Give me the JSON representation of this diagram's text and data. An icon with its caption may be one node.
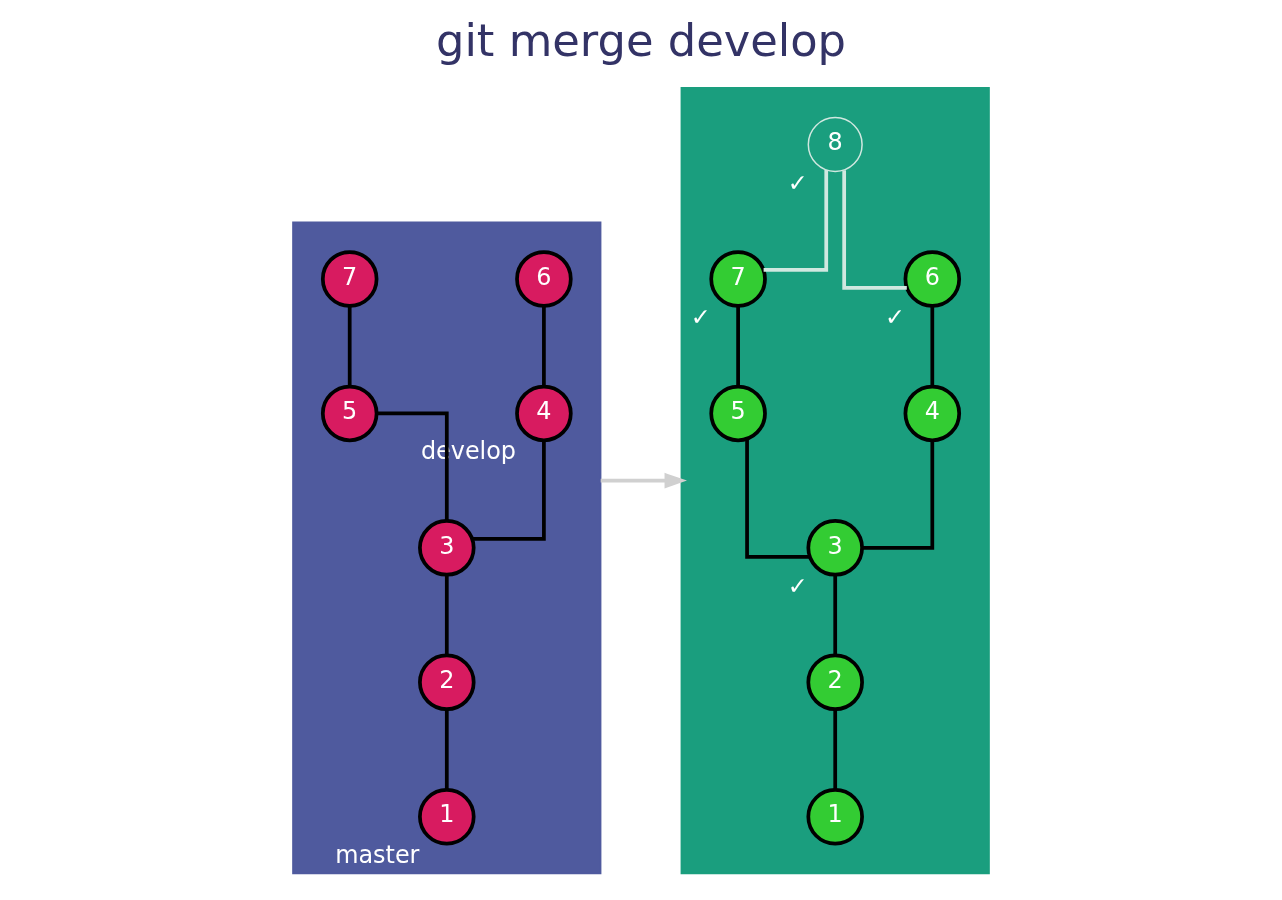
{
  "diagram": {
    "nodes": [
      {
        "text": [],
        "shape": "box"
      },
      {
        "text": [
          "7"
        ],
        "in": 0
      },
      {
        "text": [
          "6"
        ],
        "in": 0
      },
      {
        "text": [
          "5"
        ],
        "in": 0
      },
      {
        "text": [
          "4"
        ],
        "in": 0,
        "beside": [
          "develop"
        ]
      },
      {
        "text": [
          "3"
        ],
        "in": 0
      },
      {
        "text": [
          "2"
        ],
        "in": 0
      },
      {
        "text": [
          "1"
        ],
        "in": 0,
        "beside": [
          "master"
        ]
      },
      {
        "text": [],
        "shape": "box"
      },
      {
        "text": [
          "8"
        ],
        "in": 8,
        "beside": [
          "✓"
        ]
      },
      {
        "text": [
          "7"
        ],
        "in": 8,
        "beside": [
          "✓"
        ]
      },
      {
        "text": [
          "6"
        ],
        "in": 8,
        "beside": [
          "✓"
        ]
      },
      {
        "text": [
          "5"
        ],
        "in": 8
      },
      {
        "text": [
          "4"
        ],
        "in": 8
      },
      {
        "text": [
          "3"
        ],
        "in": 8,
        "beside": [
          "✓"
        ]
      },
      {
        "text": [
          "2"
        ],
        "in": 8
      },
      {
        "text": [
          "1"
        ],
        "in": 8
      }
    ],
    "edges": [
      {
        "from": 7,
        "to": 6,
        "arrow": "none"
      },
      {
        "from": 6,
        "to": 5,
        "arrow": "none"
      },
      {
        "from": 5,
        "to": 3,
        "arrow": "none"
      },
      {
        "from": 3,
        "to": 1,
        "arrow": "none"
      },
      {
        "from": 5,
        "to": 4,
        "arrow": "none"
      },
      {
        "from": 4,
        "to": 2,
        "arrow": "none"
      },
      {
        "from": 0,
        "to": 8,
        "arrow": "to",
        "color": "#d0d0d0"
      },
      {
        "from": 16,
        "to": 15,
        "arrow": "none"
      },
      {
        "from": 15,
        "to": 14,
        "arrow": "none"
      },
      {
        "from": 14,
        "to": 12,
        "arrow": "none"
      },
      {
        "from": 12,
        "to": 10,
        "arrow": "none"
      },
      {
        "from": 14,
        "to": 13,
        "arrow": "none"
      },
      {
        "from": 13,
        "to": 11,
        "arrow": "none"
      },
      {
        "from": 10,
        "to": 9,
        "arrow": "none",
        "color": "#d0e8e0"
      },
      {
        "from": 11,
        "to": 9,
        "arrow": "none",
        "color": "#d0e8e0"
      }
    ],
    "title": "git merge develop"
  }
}
